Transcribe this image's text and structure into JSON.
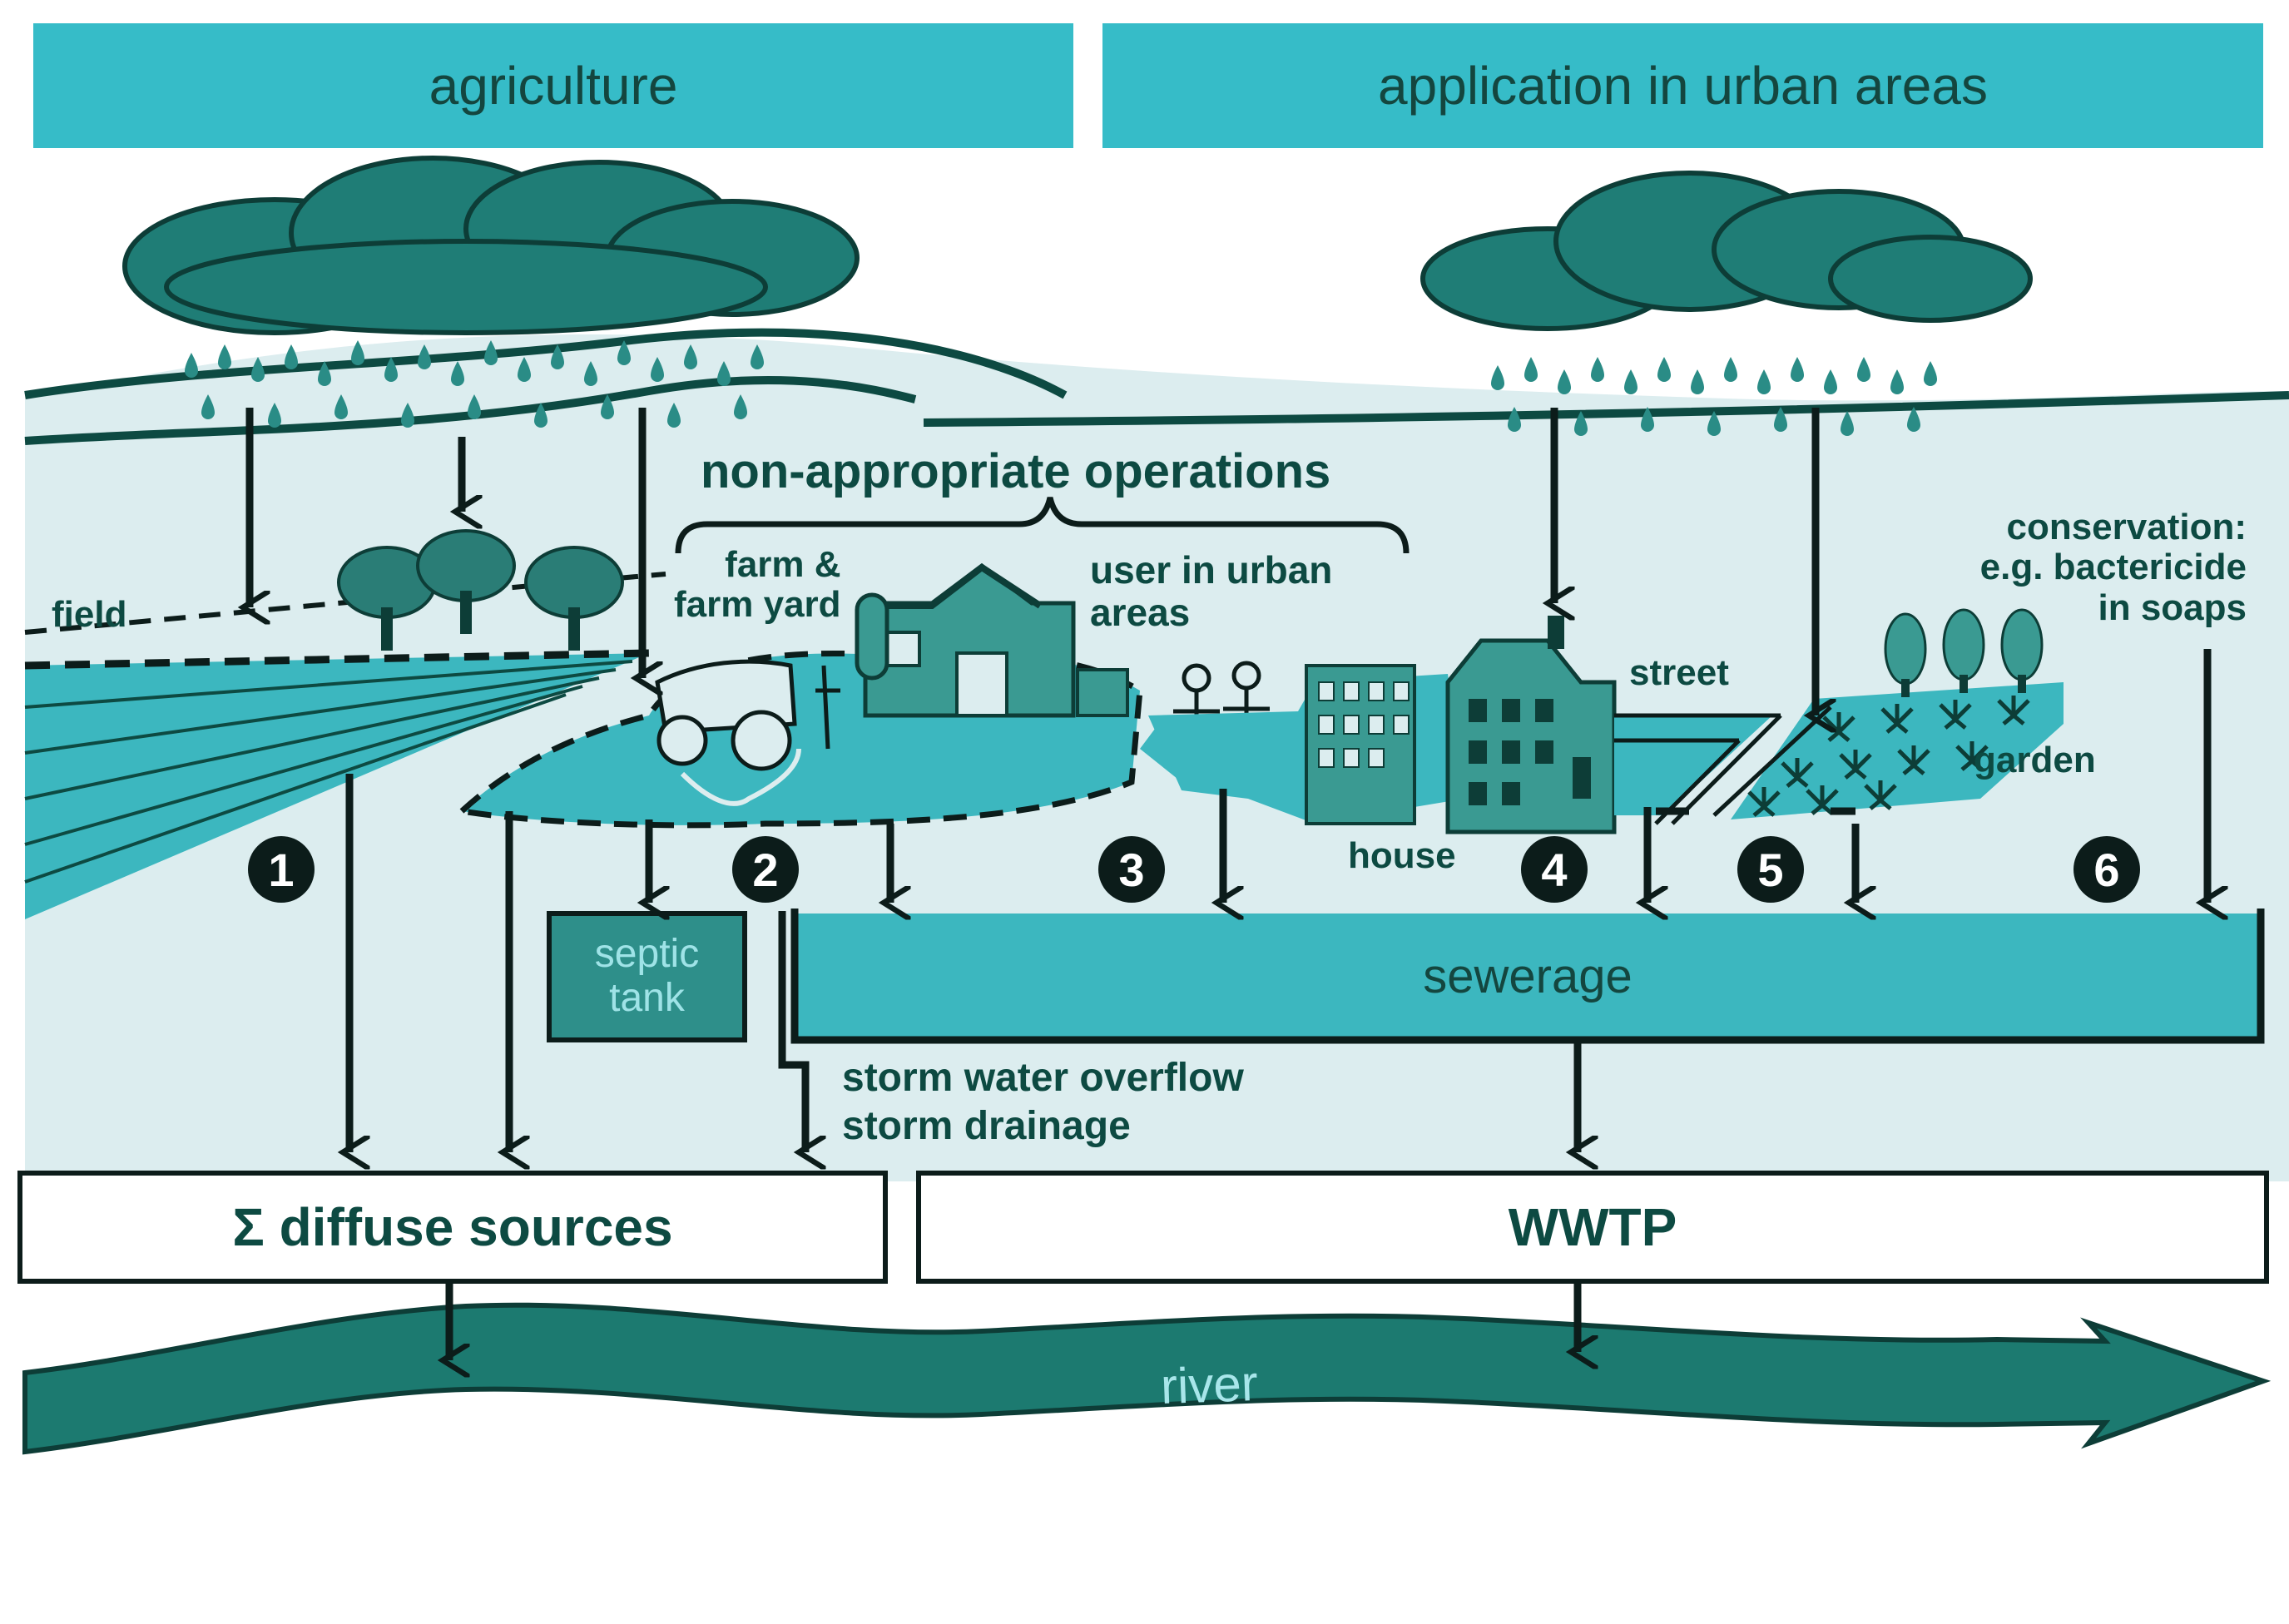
{
  "headers": {
    "agriculture": "agriculture",
    "urban": "application in urban areas"
  },
  "labels": {
    "non_appropriate": "non-appropriate operations",
    "field": "field",
    "farm_line1": "farm &",
    "farm_line2": "farm yard",
    "user_line1": "user in urban",
    "user_line2": "areas",
    "street": "street",
    "house": "house",
    "garden": "garden",
    "conservation_line1": "conservation:",
    "conservation_line2": "e.g. bactericide",
    "conservation_line3": "in soaps",
    "storm_overflow": "storm water overflow",
    "storm_drainage": "storm drainage"
  },
  "boxes": {
    "septic_line1": "septic",
    "septic_line2": "tank",
    "sewerage": "sewerage",
    "diffuse": "Σ diffuse sources",
    "wwtp": "WWTP",
    "river": "river"
  },
  "pathways": [
    "1",
    "2",
    "3",
    "4",
    "5",
    "6"
  ],
  "colors": {
    "header": "#36bcc8",
    "dark_teal": "#0d4a42",
    "mid_teal": "#2e8f8a",
    "background": "#dcedef"
  }
}
